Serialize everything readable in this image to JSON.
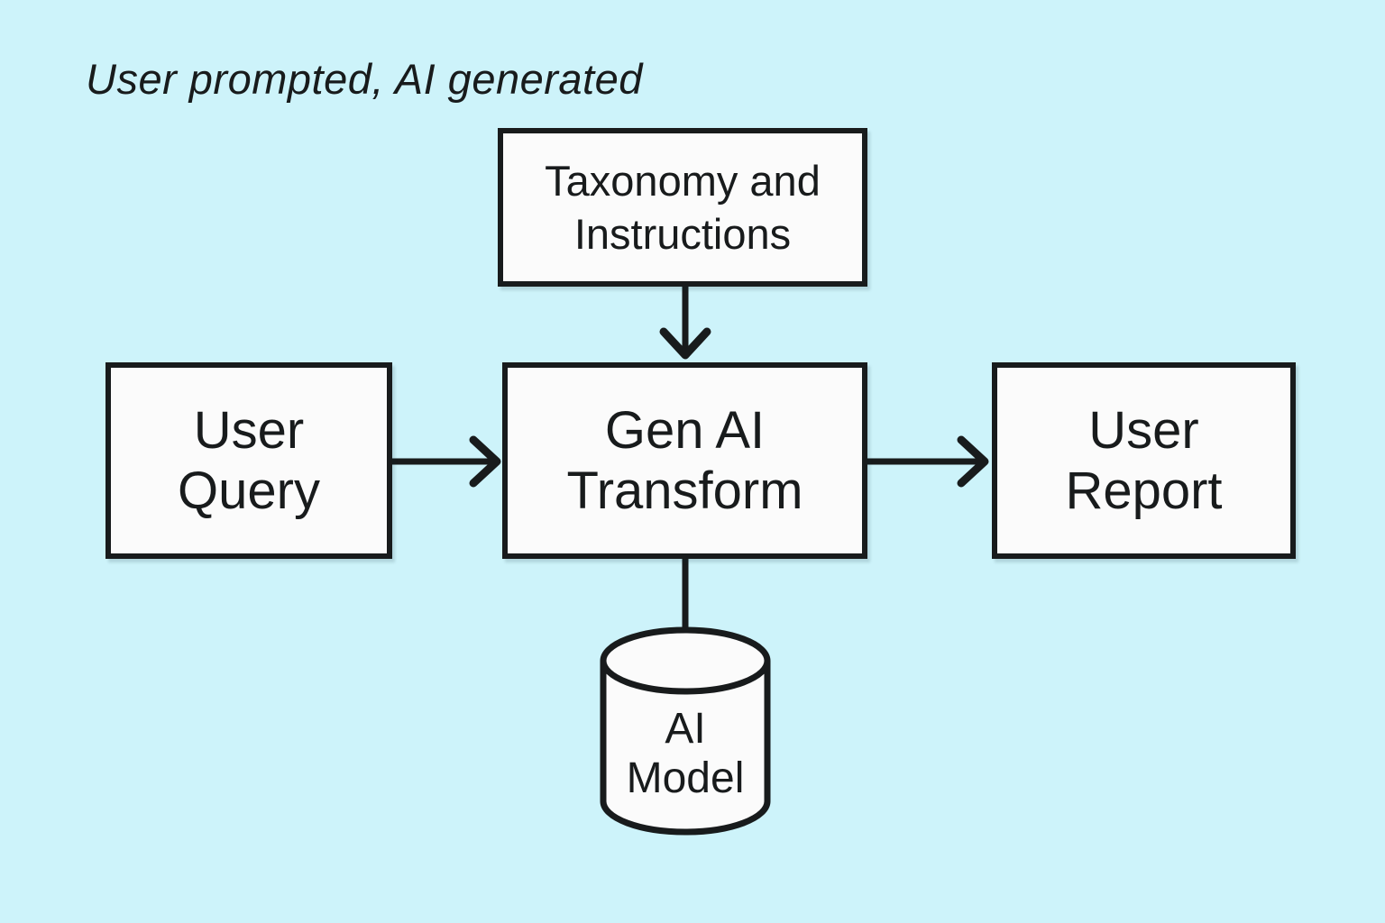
{
  "title": "User prompted, AI generated",
  "colors": {
    "background": "#cdf3fa",
    "node_fill": "#fbfbfb",
    "stroke": "#181b1c",
    "text": "#181b1c"
  },
  "diagram": {
    "type": "flowchart",
    "nodes": [
      {
        "id": "taxonomy",
        "shape": "rect",
        "label": "Taxonomy and Instructions",
        "lines": [
          "Taxonomy and",
          "Instructions"
        ]
      },
      {
        "id": "user-query",
        "shape": "rect",
        "label": "User Query",
        "lines": [
          "User",
          "Query"
        ]
      },
      {
        "id": "gen-ai-transform",
        "shape": "rect",
        "label": "Gen AI Transform",
        "lines": [
          "Gen AI",
          "Transform"
        ]
      },
      {
        "id": "user-report",
        "shape": "rect",
        "label": "User Report",
        "lines": [
          "User",
          "Report"
        ]
      },
      {
        "id": "ai-model",
        "shape": "cylinder",
        "label": "AI Model",
        "lines": [
          "AI",
          "Model"
        ]
      }
    ],
    "edges": [
      {
        "from": "taxonomy",
        "to": "gen-ai-transform",
        "direction": "down",
        "arrowhead": true
      },
      {
        "from": "user-query",
        "to": "gen-ai-transform",
        "direction": "right",
        "arrowhead": true
      },
      {
        "from": "gen-ai-transform",
        "to": "user-report",
        "direction": "right",
        "arrowhead": true
      },
      {
        "from": "gen-ai-transform",
        "to": "ai-model",
        "direction": "down",
        "arrowhead": false
      }
    ]
  }
}
